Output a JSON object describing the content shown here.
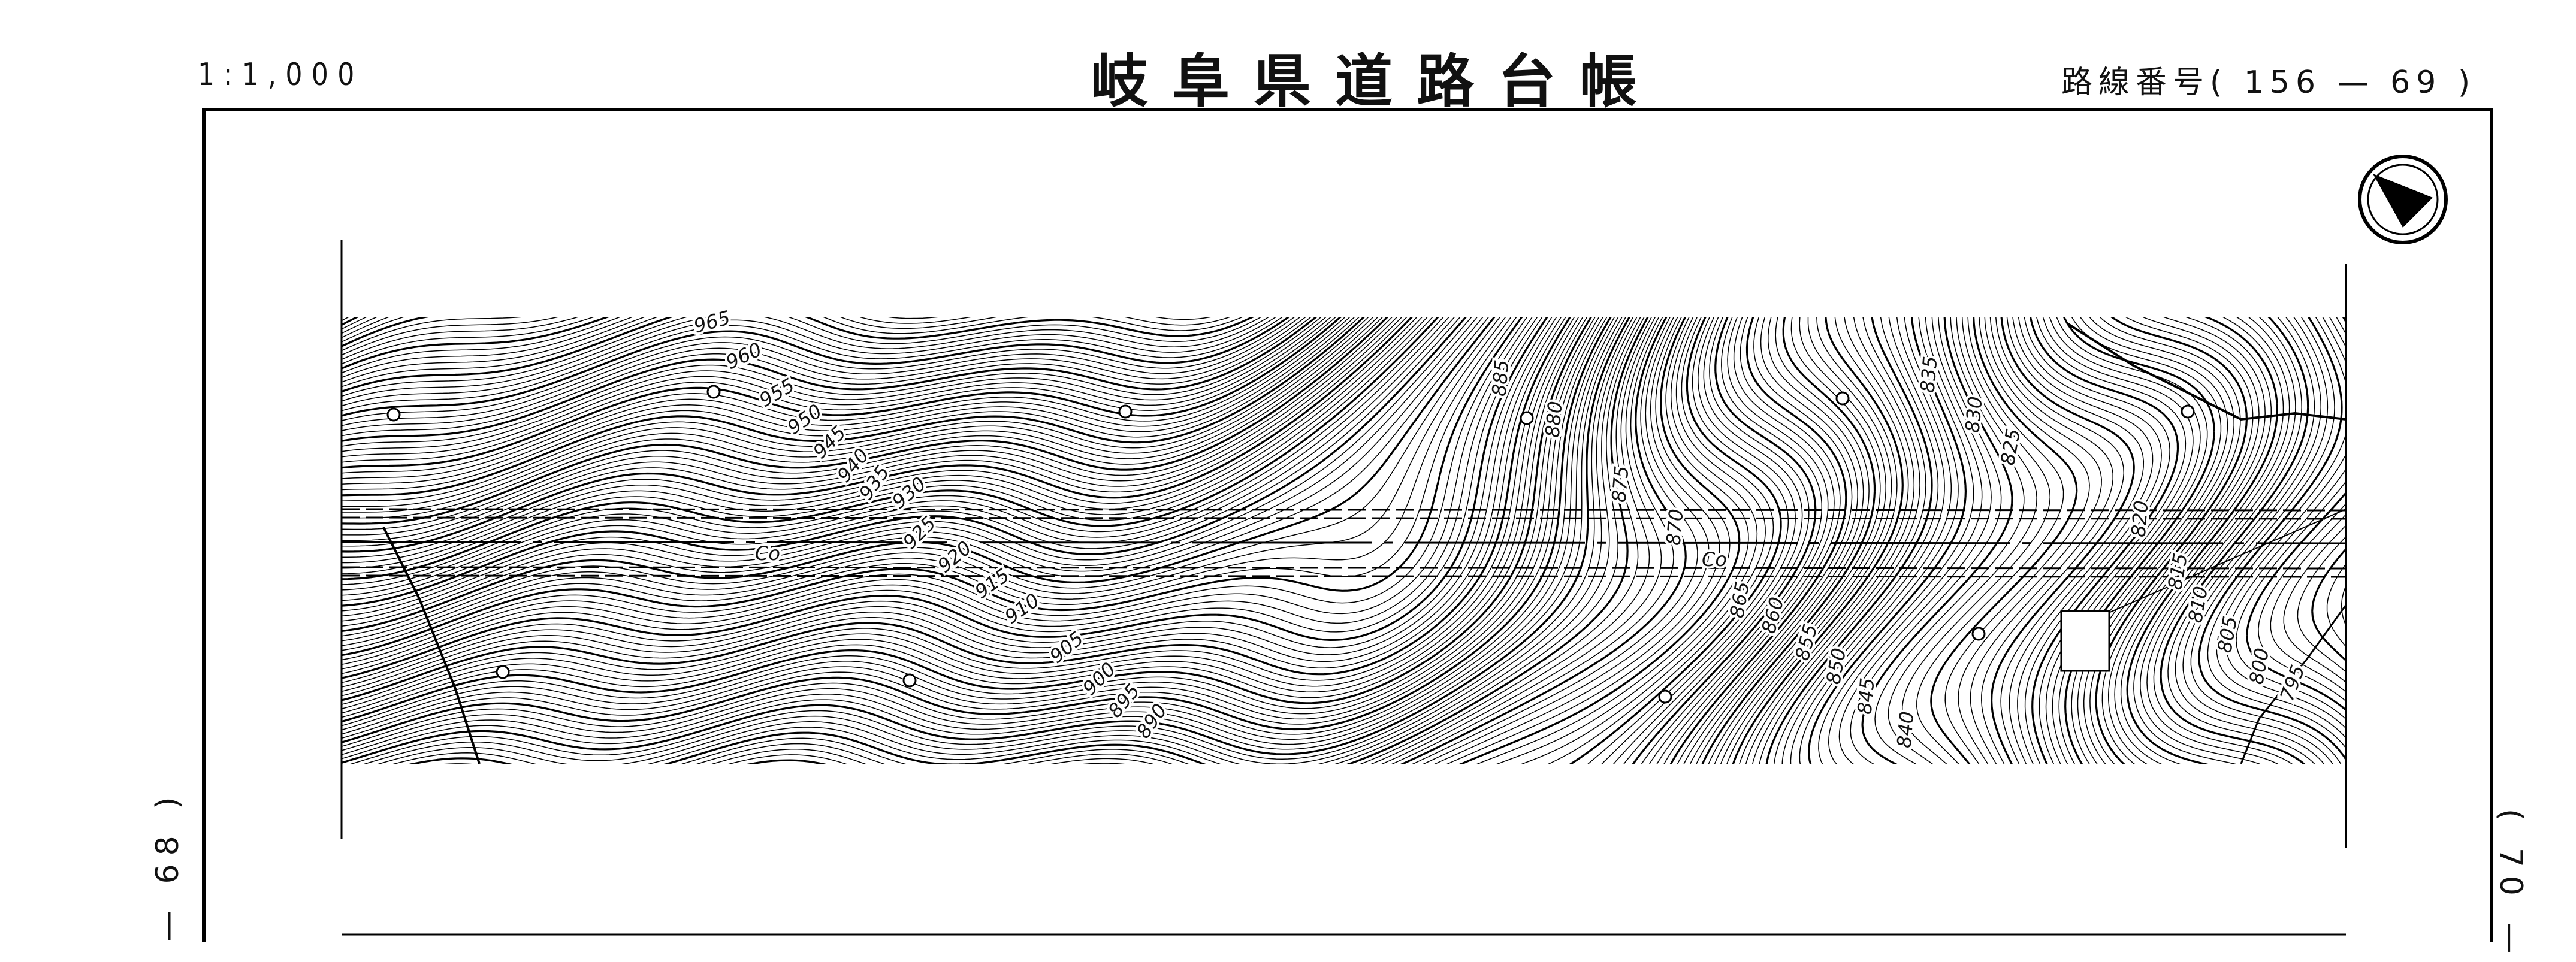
{
  "header": {
    "scale": "1:1,000",
    "title": "岐阜県道路台帳",
    "route_label": "路線番号",
    "route_number": "( 156 — 69 )"
  },
  "sheet_links": {
    "left": "— 68 )",
    "right": "( 70 —"
  },
  "map": {
    "contour_labels": [
      "965",
      "960",
      "955",
      "950",
      "945",
      "940",
      "935",
      "930",
      "925",
      "920",
      "915",
      "910",
      "905",
      "900",
      "895",
      "890",
      "885",
      "880",
      "875",
      "870",
      "865",
      "860",
      "855",
      "850",
      "845",
      "840",
      "835",
      "830",
      "825",
      "820",
      "815",
      "810",
      "805",
      "800",
      "795"
    ],
    "road_surface_labels": [
      "Co",
      "Co"
    ],
    "contour_interval_m": 1,
    "index_contour_interval_m": 5,
    "north_arrow_icon": "north-arrow-icon"
  }
}
